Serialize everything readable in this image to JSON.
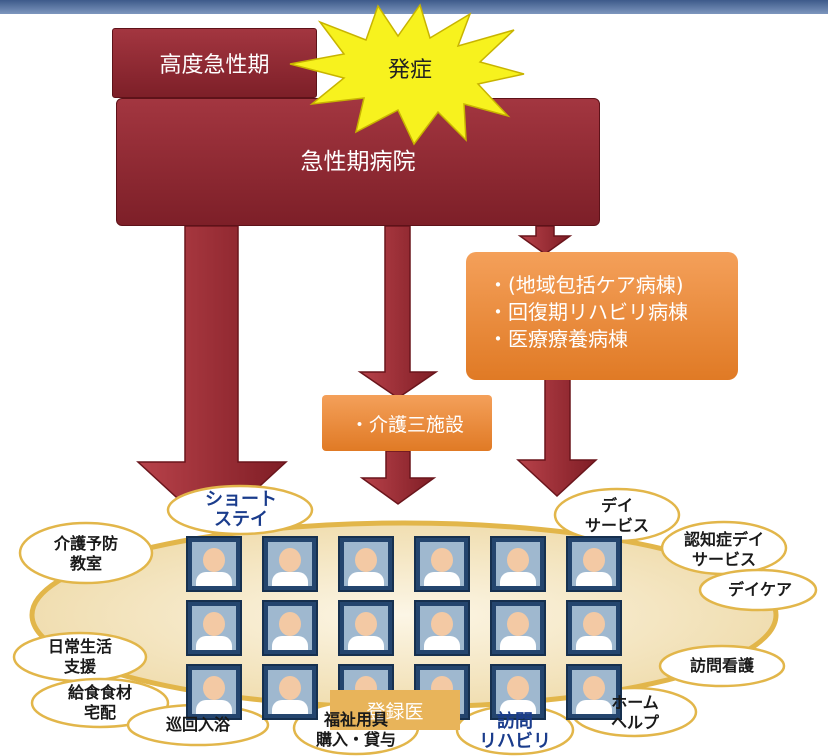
{
  "colors": {
    "red_box": "#8e2a33",
    "arrow_red": "#9b2d34",
    "orange_box": "#ec8b3a",
    "burst_yellow": "#f7f21e",
    "ellipse_cream": "#f8eed3",
    "ellipse_edge": "#e2b64a",
    "portrait_frame": "#24456e"
  },
  "boxes": {
    "acute_high": "高度急性期",
    "onset": "発症",
    "acute_hospital": "急性期病院",
    "wards": [
      "・(地域包括ケア病棟)",
      "・回復期リハビリ病棟",
      "・医療療養病棟"
    ],
    "care_facilities": "・介護三施設"
  },
  "doctor_label": "登録医",
  "services": {
    "short_stay": "ショート\nステイ",
    "day_service": "デイ\nサービス",
    "dementia_day": "認知症デイ\nサービス",
    "day_care": "デイケア",
    "prevention_class": "介護予防\n教室",
    "daily_support": "日常生活\n支援",
    "meal_delivery": "給食食材\n宅配",
    "bath_visit": "巡回入浴",
    "welfare_equipment": "福祉用具\n購入・貸与",
    "visit_rehab": "訪問\nリハビリ",
    "home_help": "ホーム\nヘルプ",
    "visit_nursing": "訪問看護"
  },
  "icons": [
    "doctor-portrait-icon",
    "onset-burst-icon"
  ]
}
